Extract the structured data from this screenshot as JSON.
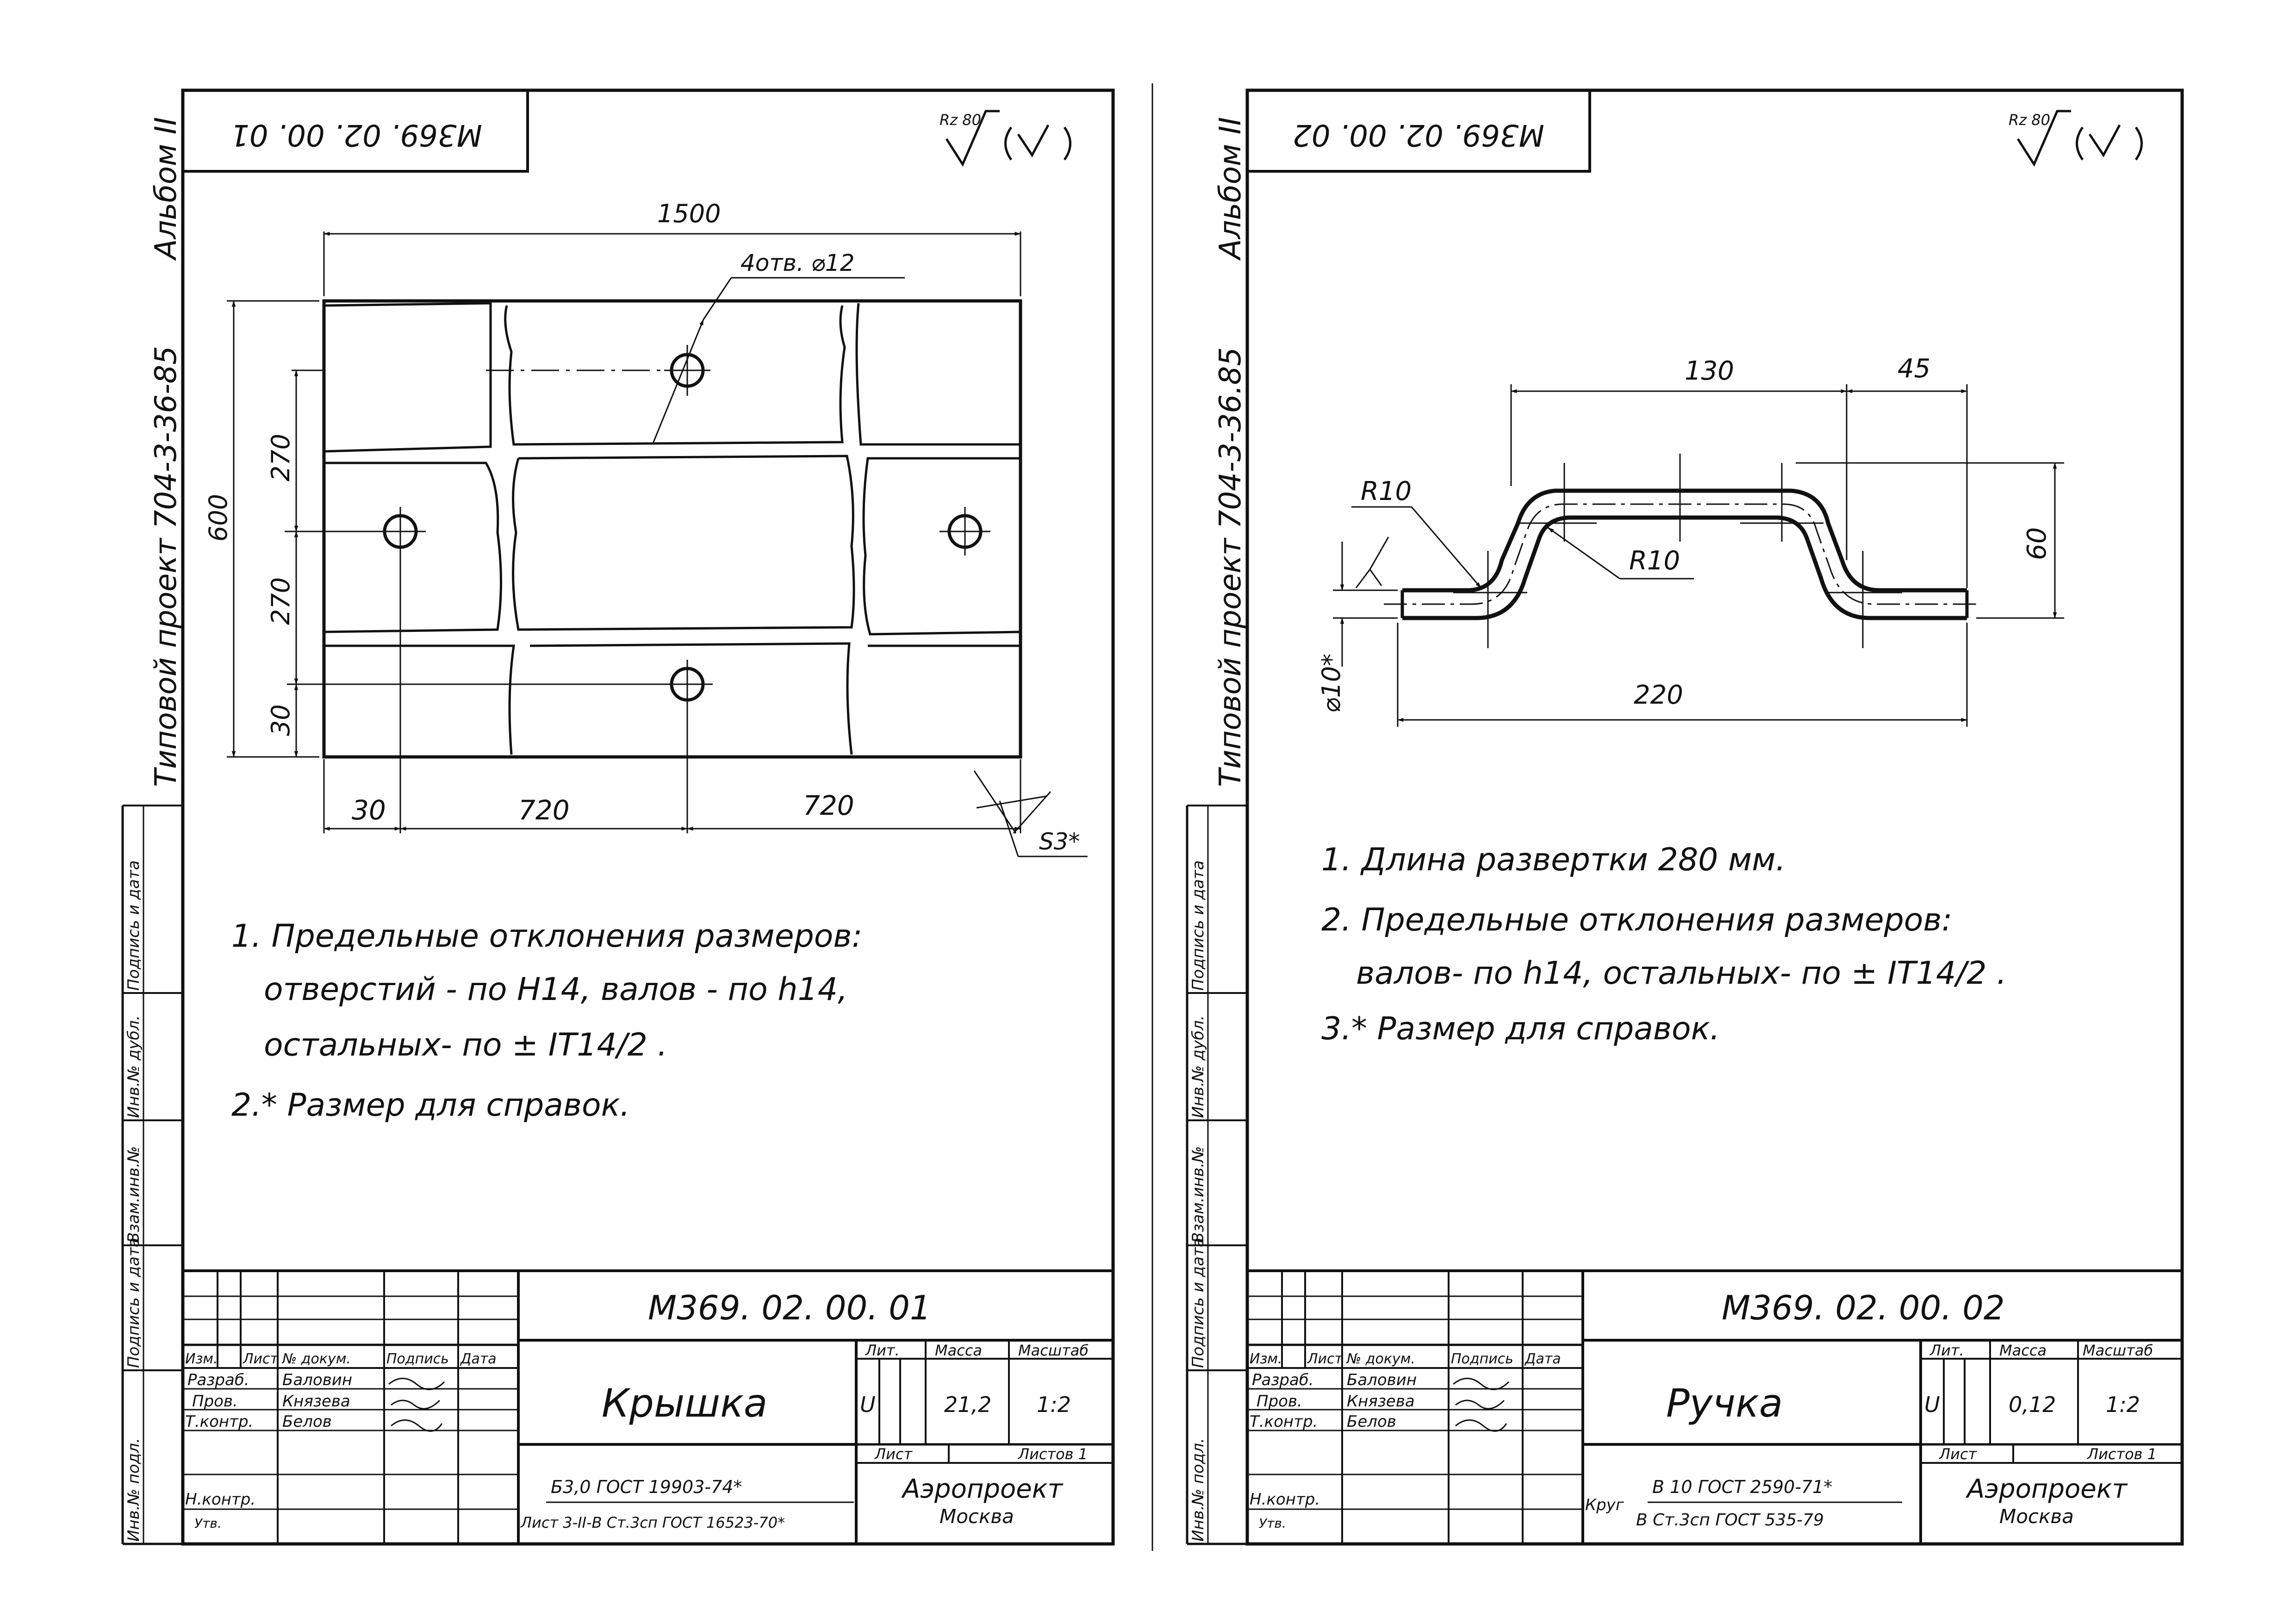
{
  "left_sheet": {
    "album": "Альбом II",
    "project": "Типовой проект 704-3-36-85",
    "code_top": "М369. 02. 00. 01",
    "roughness": "Rz 80",
    "dims": {
      "d1500": "1500",
      "d600": "600",
      "d270a": "270",
      "d270b": "270",
      "d30v": "30",
      "d30h": "30",
      "d720a": "720",
      "d720b": "720",
      "holes": "4отв. ⌀12",
      "thick": "S3*"
    },
    "notes": [
      "1. Предельные   отклонения  размеров:",
      "отверстий  -  по  Н14,  валов - по  h14,",
      "остальных- по  ± IT14/2 .",
      "2.* Размер  для  справок."
    ],
    "stamp": {
      "code": "М369. 02. 00. 01",
      "name": "Крышка",
      "hdr_lit": "Лит.",
      "hdr_mass": "Масса",
      "hdr_scale": "Масштаб",
      "lit": "U",
      "mass": "21,2",
      "scale": "1:2",
      "sheet": "Лист",
      "sheets": "Листов 1",
      "material_1": "Б3,0 ГОСТ 19903-74*",
      "material_2": "Лист 3-II-В Ст.3сп ГОСТ 16523-70*",
      "org_1": "Аэропроект",
      "org_2": "Москва",
      "col_izm": "Изм.",
      "col_list": "Лист",
      "col_doc": "№ докум.",
      "col_sign": "Подпись",
      "col_date": "Дата",
      "row_razrab": "Разраб.",
      "row_prov": "Пров.",
      "row_tkontr": "Т.контр.",
      "row_nkontr": "Н.контр.",
      "row_utv": "Утв.",
      "p1": "Баловин",
      "p2": "Князева",
      "p3": "Белов"
    }
  },
  "right_sheet": {
    "album": "Альбом II",
    "project": "Типовой проект 704-3-36.85",
    "code_top": "М369. 02. 00. 02",
    "roughness": "Rz 80",
    "dims": {
      "d130": "130",
      "d45": "45",
      "d60": "60",
      "d220": "220",
      "r1": "R10",
      "r2": "R10",
      "dia": "⌀10*"
    },
    "notes": [
      "1. Длина  развертки   280 мм.",
      "2. Предельные   отклонения  размеров:",
      "валов- по h14,  остальных- по ± IT14/2 .",
      "3.* Размер  для  справок."
    ],
    "stamp": {
      "code": "М369. 02. 00. 02",
      "name": "Ручка",
      "hdr_lit": "Лит.",
      "hdr_mass": "Масса",
      "hdr_scale": "Масштаб",
      "lit": "U",
      "mass": "0,12",
      "scale": "1:2",
      "sheet": "Лист",
      "sheets": "Листов 1",
      "material_1": "В 10 ГОСТ 2590-71*",
      "material_pre": "Круг",
      "material_2": "В Ст.3сп ГОСТ 535-79",
      "org_1": "Аэропроект",
      "org_2": "Москва",
      "col_izm": "Изм.",
      "col_list": "Лист",
      "col_doc": "№ докум.",
      "col_sign": "Подпись",
      "col_date": "Дата",
      "row_razrab": "Разраб.",
      "row_prov": "Пров.",
      "row_tkontr": "Т.контр.",
      "row_nkontr": "Н.контр.",
      "row_utv": "Утв.",
      "p1": "Баловин",
      "p2": "Князева",
      "p3": "Белов"
    }
  },
  "side_labels": [
    "Инв.№ подл.",
    "Подпись и дата",
    "Взам.инв.№",
    "Инв.№ дубл.",
    "Подпись и дата"
  ]
}
